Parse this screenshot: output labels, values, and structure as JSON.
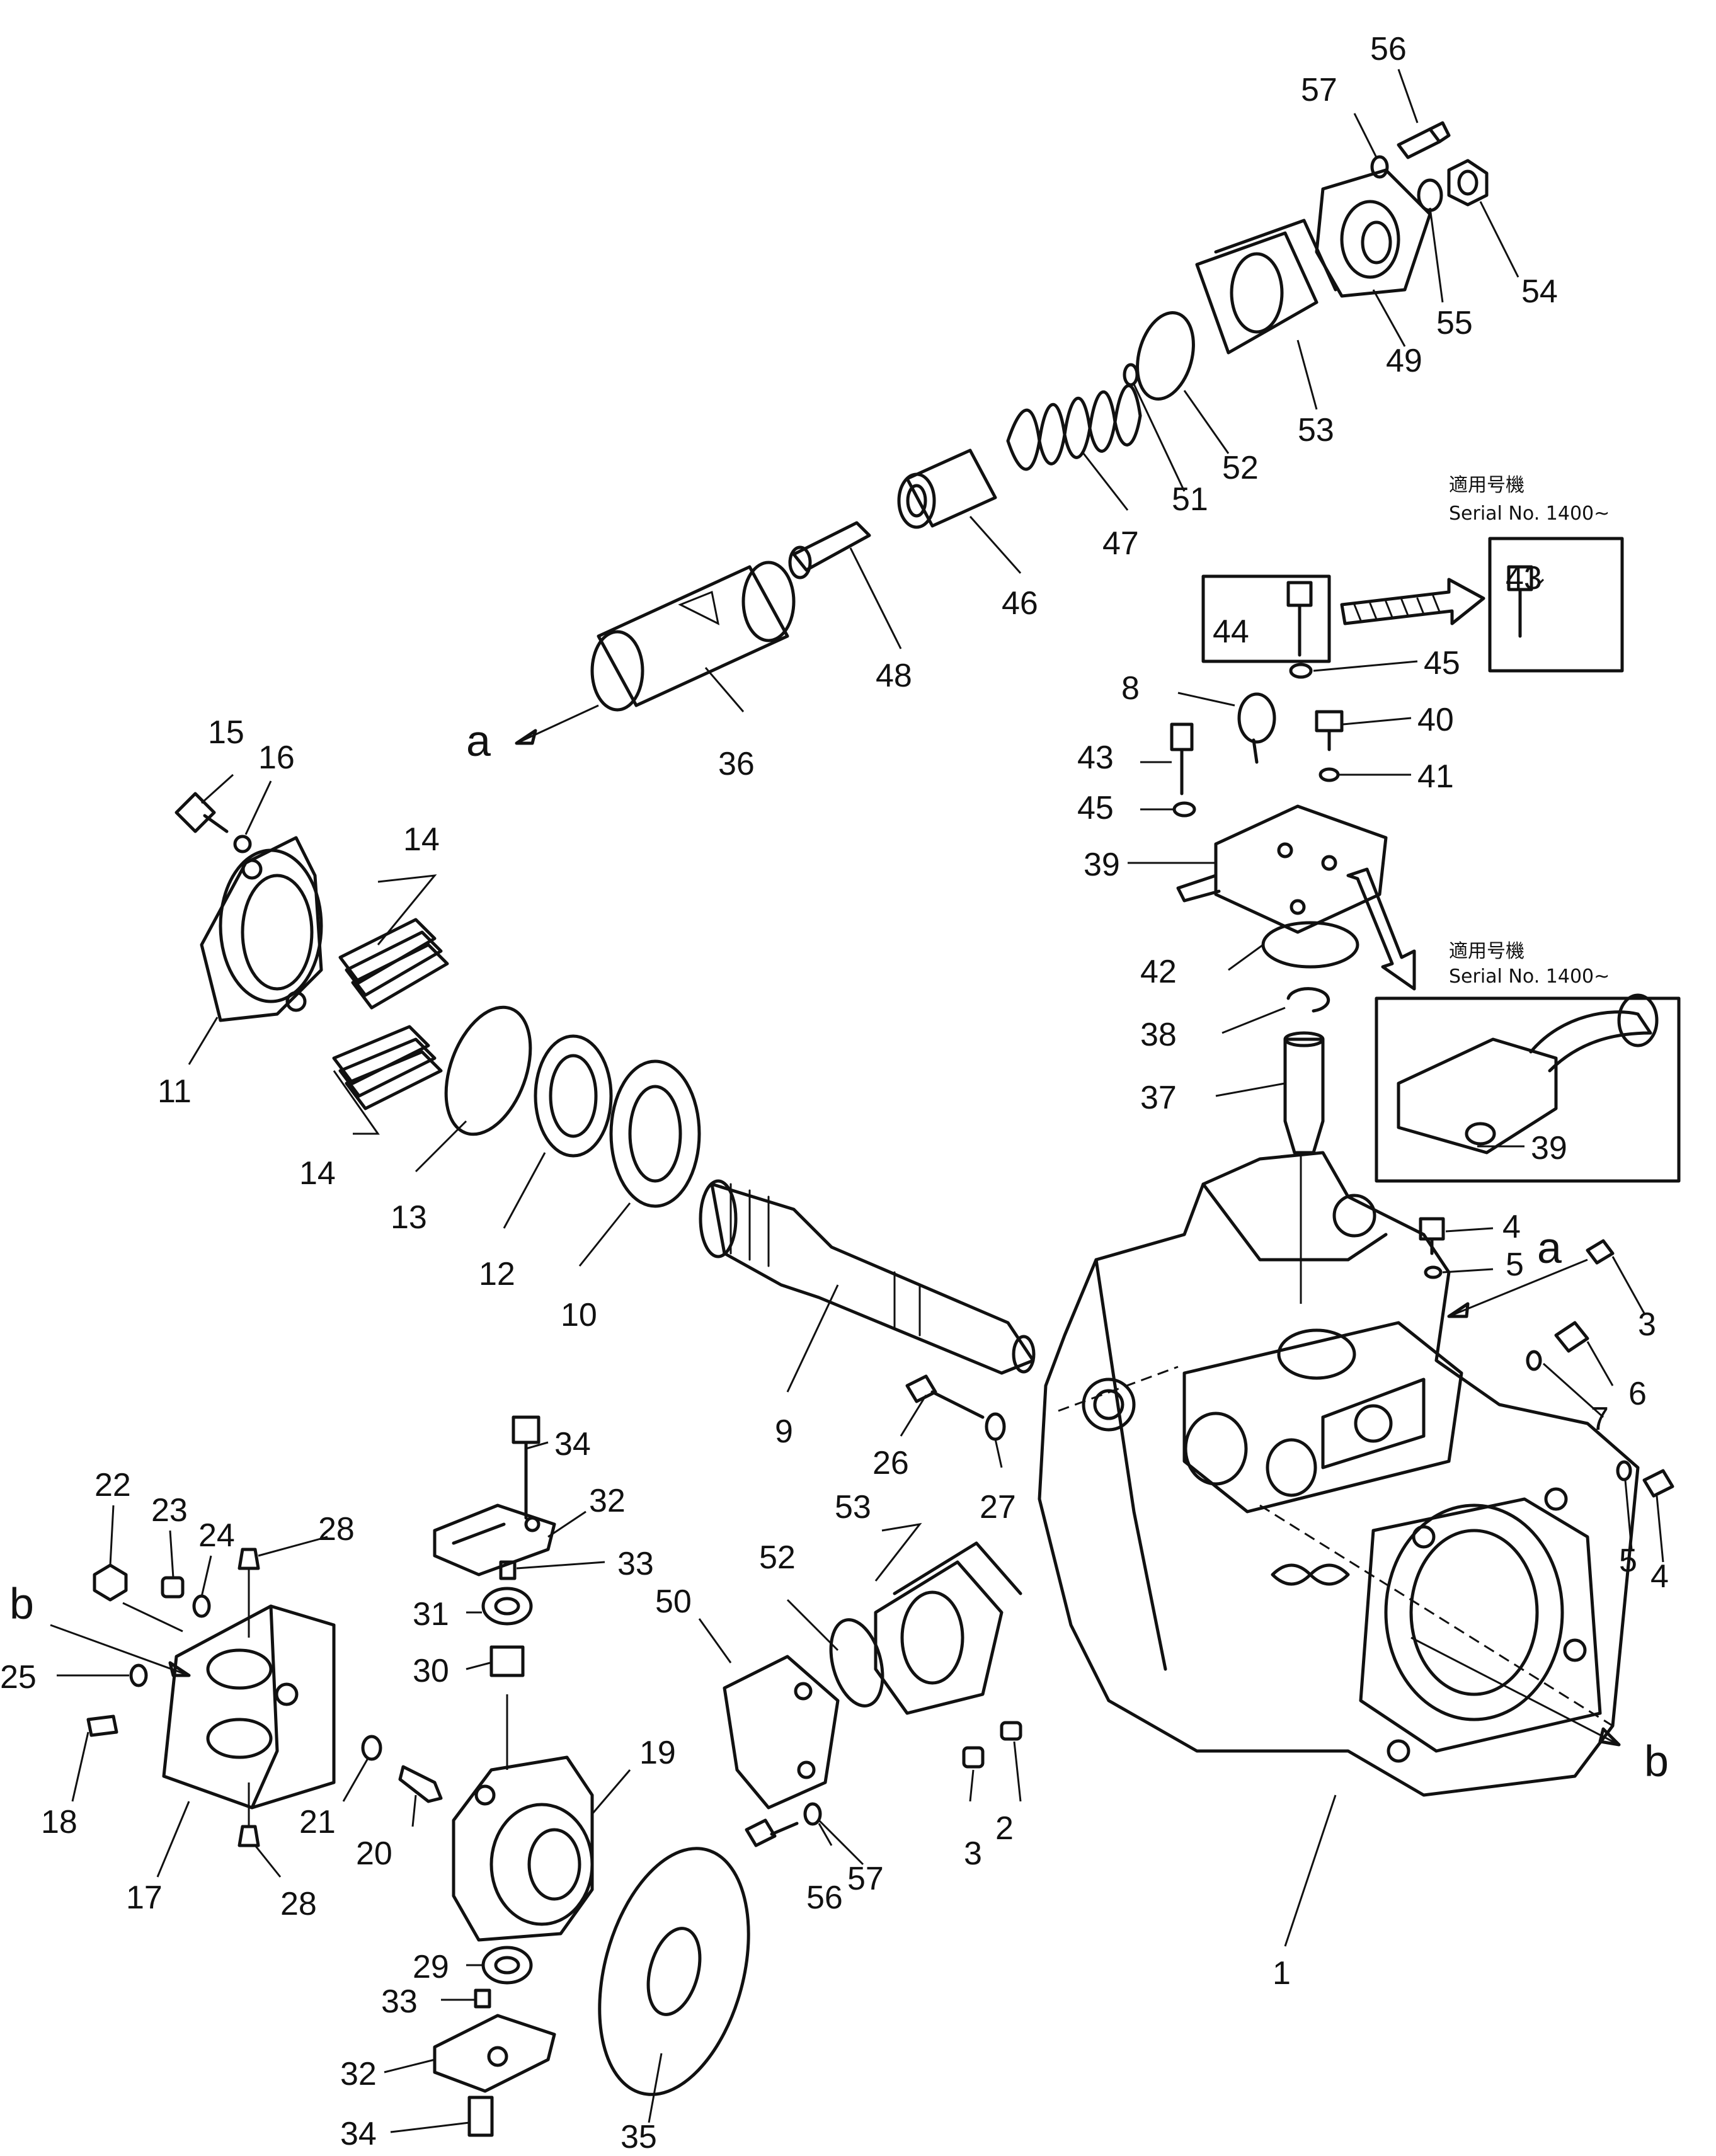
{
  "diagram": {
    "callouts": {
      "n1": "1",
      "n2": "2",
      "n3a": "3",
      "n3b": "3",
      "n4a": "4",
      "n4b": "4",
      "n5a": "5",
      "n5b": "5",
      "n6": "6",
      "n7": "7",
      "n8": "8",
      "n9": "9",
      "n10": "10",
      "n11": "11",
      "n12": "12",
      "n13": "13",
      "n14a": "14",
      "n14b": "14",
      "n15": "15",
      "n16": "16",
      "n17": "17",
      "n18": "18",
      "n19": "19",
      "n20": "20",
      "n21": "21",
      "n22": "22",
      "n23": "23",
      "n24": "24",
      "n25": "25",
      "n26": "26",
      "n27": "27",
      "n28a": "28",
      "n28b": "28",
      "n29": "29",
      "n30": "30",
      "n31": "31",
      "n32a": "32",
      "n32b": "32",
      "n33a": "33",
      "n33b": "33",
      "n34a": "34",
      "n34b": "34",
      "n35": "35",
      "n36": "36",
      "n37": "37",
      "n38": "38",
      "n39a": "39",
      "n39b": "39",
      "n40": "40",
      "n41": "41",
      "n42": "42",
      "n43a": "43",
      "n43b": "43",
      "n44": "44",
      "n45a": "45",
      "n45b": "45",
      "n46": "46",
      "n47": "47",
      "n48": "48",
      "n49": "49",
      "n50": "50",
      "n51": "51",
      "n52a": "52",
      "n52b": "52",
      "n53a": "53",
      "n53b": "53",
      "n54": "54",
      "n55": "55",
      "n56a": "56",
      "n56b": "56",
      "n57a": "57",
      "n57b": "57"
    },
    "refs": {
      "a1": "a",
      "a2": "a",
      "b1": "b",
      "b2": "b"
    },
    "notes": {
      "serial_top_jp": "適用号機",
      "serial_top": "Serial No. 1400~",
      "serial_mid_jp": "適用号機",
      "serial_mid": "Serial No. 1400~"
    }
  }
}
